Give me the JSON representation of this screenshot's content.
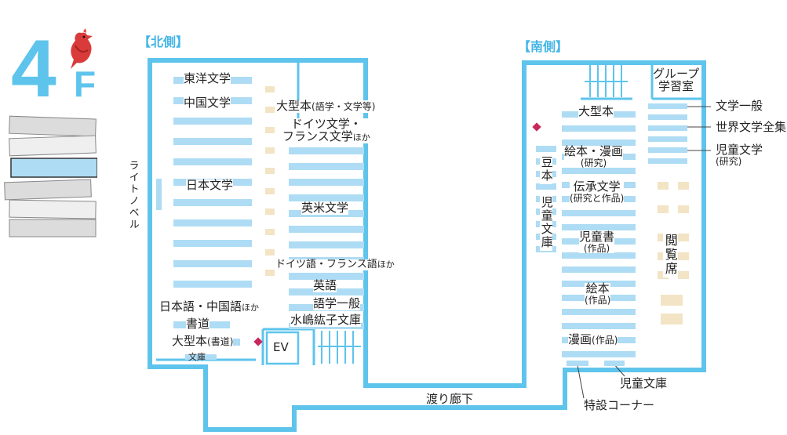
{
  "floor": {
    "number": "4",
    "suffix": "F"
  },
  "headers": {
    "north": "【北側】",
    "south": "【南側】"
  },
  "north": {
    "toyo": "東洋文学",
    "chugoku": "中国文学",
    "nihon": "日本文学",
    "light_novel": "ライトノベル",
    "oogata_main": "大型本",
    "oogata_note": "(語学・文学等)",
    "doitsu_furansu_line1": "ドイツ文学・",
    "doitsu_furansu_line2_main": "フランス文学",
    "doitsu_furansu_line2_note": "ほか",
    "eibei": "英米文学",
    "doitsugo_main": "ドイツ語・フランス語",
    "doitsugo_note": "ほか",
    "eigo": "英語",
    "gogaku": "語学一般",
    "mizushima": "水嶋紘子文庫",
    "nihongo_main": "日本語・中国語",
    "nihongo_note": "ほか",
    "shodo": "書道",
    "oogata_shodo_main": "大型本",
    "oogata_shodo_note": "(書道)",
    "bunko": "文庫",
    "ev": "EV"
  },
  "south": {
    "group_line1": "グループ",
    "group_line2": "学習室",
    "oogata": "大型本",
    "mamehon": "豆本",
    "jido_bunko_v": "児童文庫",
    "ehon_manga": "絵本・漫画",
    "ehon_manga_note": "(研究)",
    "densho": "伝承文学",
    "densho_note": "(研究と作品)",
    "jidosho": "児童書",
    "jidosho_note": "(作品)",
    "ehon": "絵本",
    "ehon_note": "(作品)",
    "manga_main": "漫画",
    "manga_note": "(作品)",
    "etsuran": "閲覧席",
    "bungaku_ippan": "文学一般",
    "sekai_bungaku": "世界文学全集",
    "jido_bungaku": "児童文学",
    "jido_bungaku_note": "(研究)",
    "jido_bunko": "児童文庫",
    "tokusetsu": "特設コーナー"
  },
  "corridor": "渡り廊下",
  "colors": {
    "wall": "#5ec4ec",
    "shelf": "#aedcf4",
    "seat": "#f2e4c4",
    "marker": "#c8285a",
    "header": "#43b5e6",
    "bird": "#d93a3a"
  }
}
